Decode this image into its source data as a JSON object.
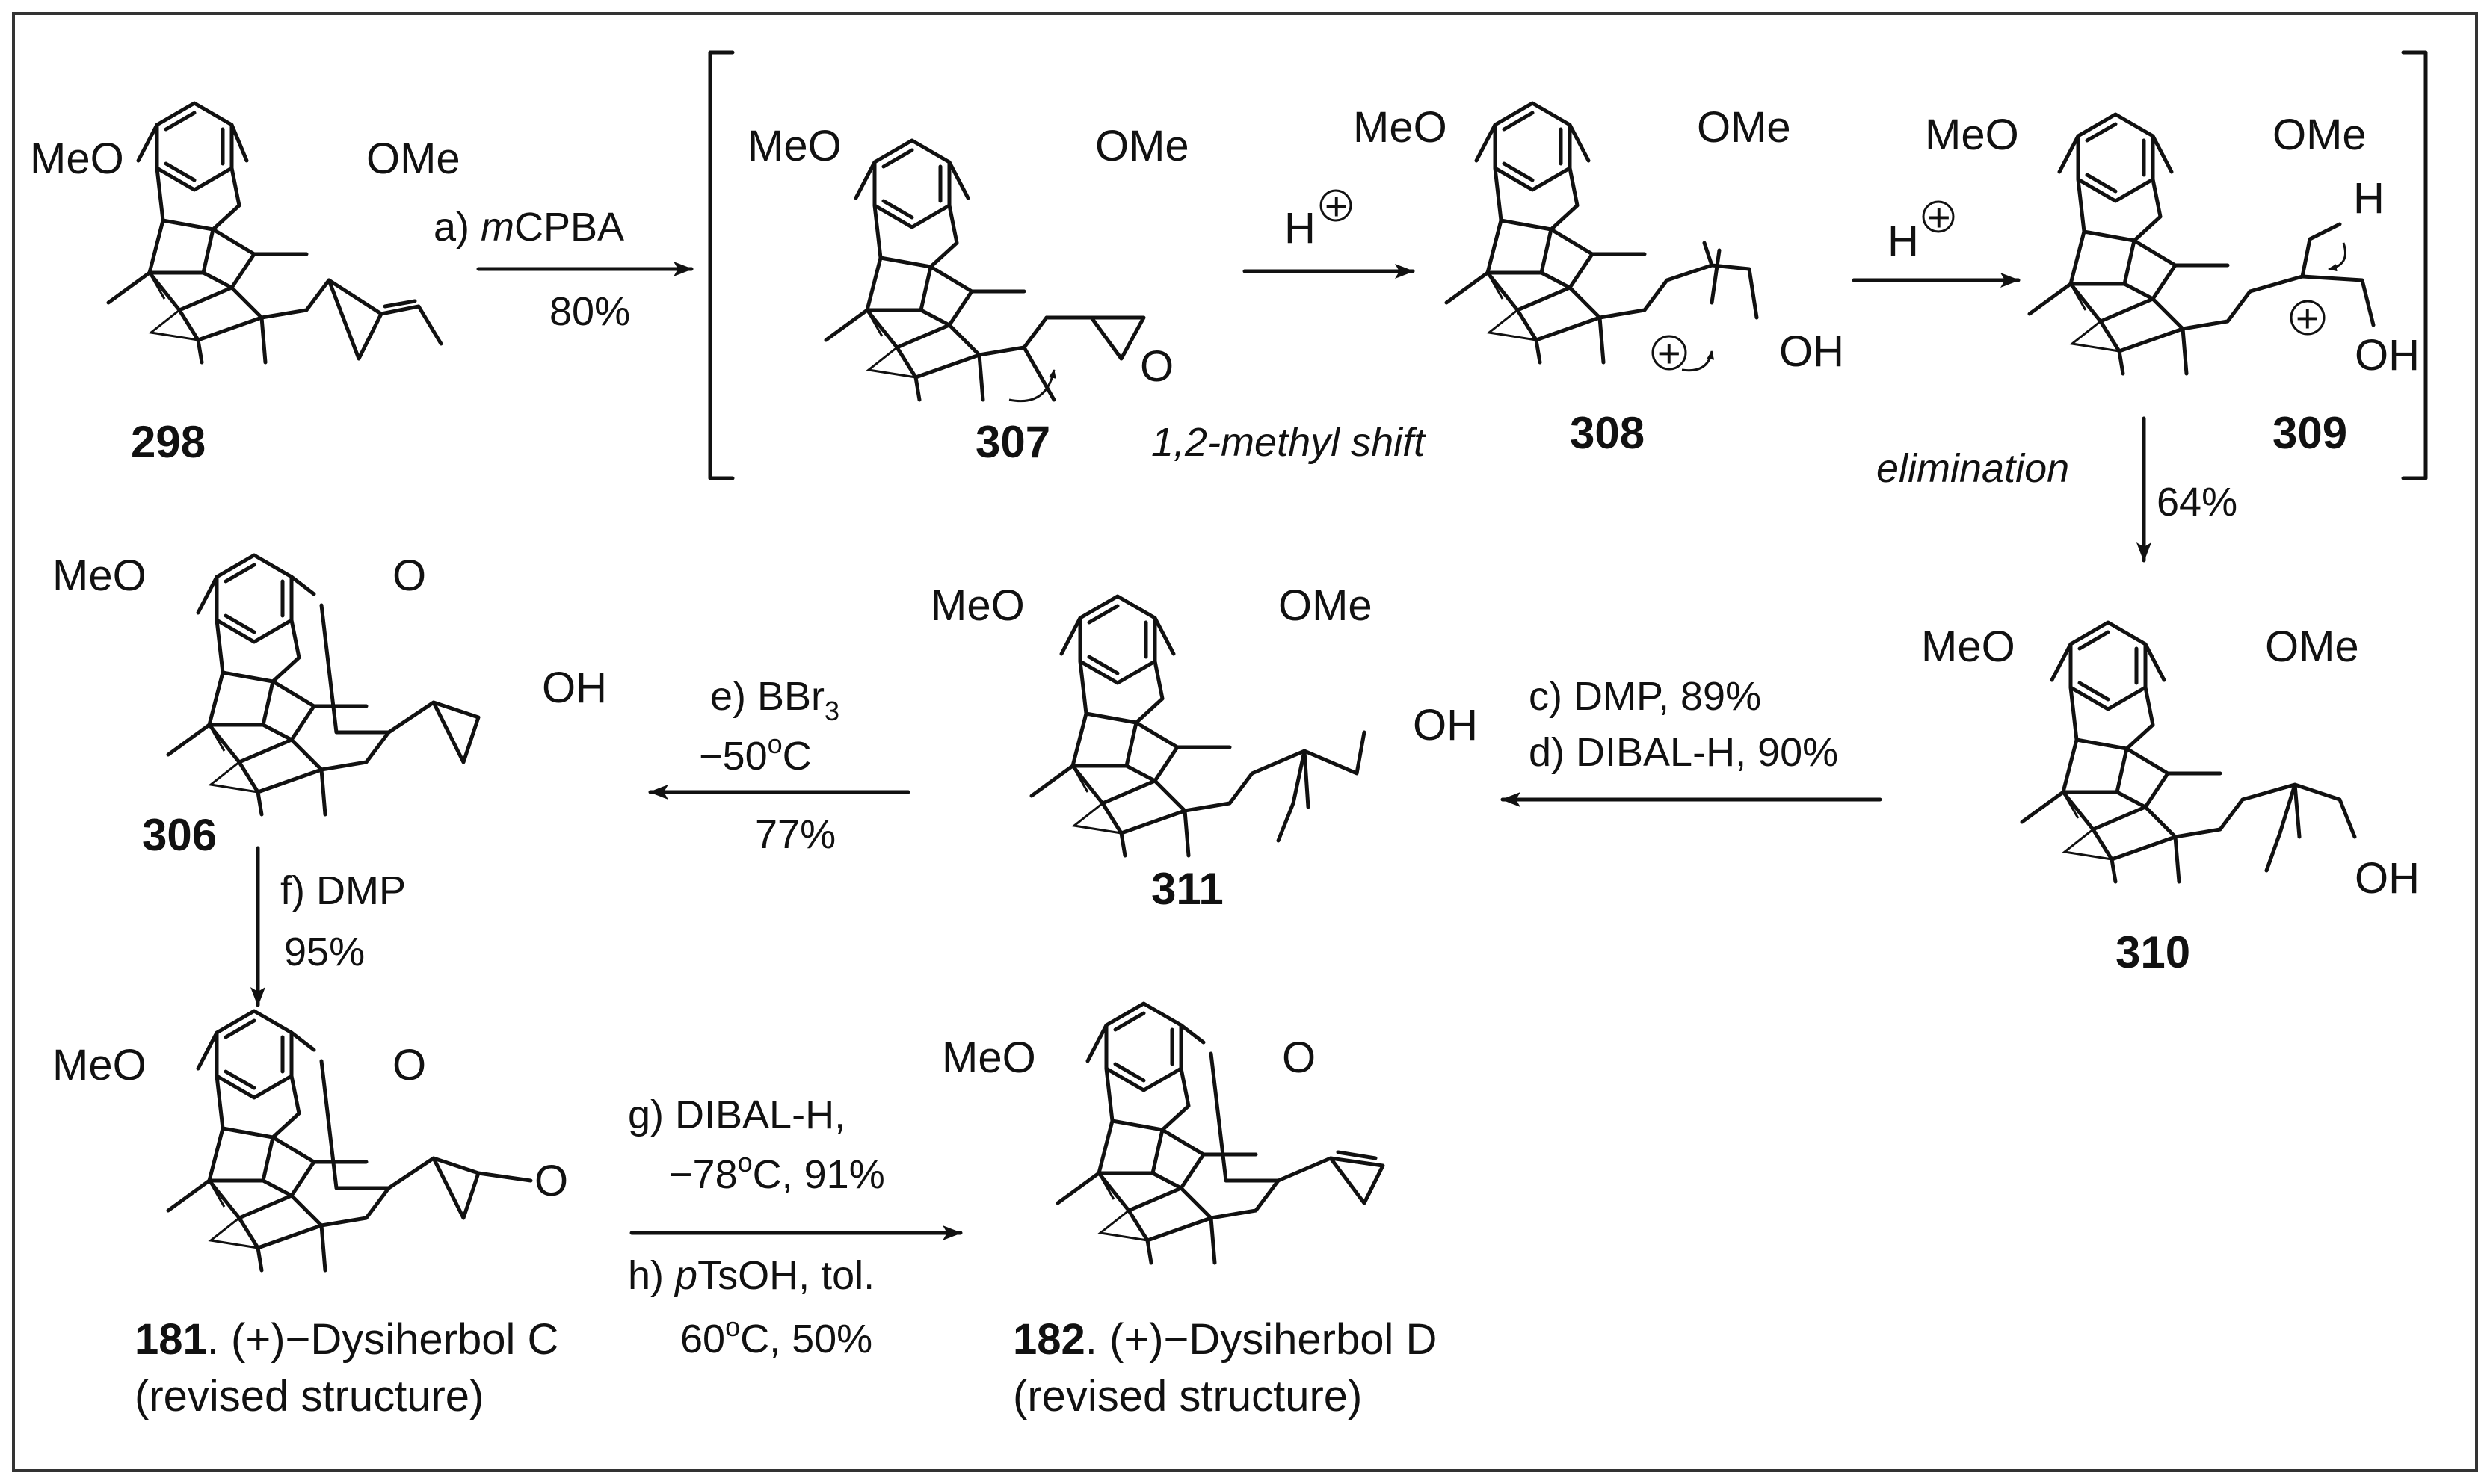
{
  "compounds": {
    "c298": {
      "label": "298",
      "sub1": "MeO",
      "sub2": "OMe"
    },
    "c307": {
      "label": "307",
      "sub1": "MeO",
      "sub2": "OMe",
      "ring_o": "O"
    },
    "c308": {
      "label": "308",
      "sub1": "MeO",
      "sub2": "OMe",
      "oh": "OH",
      "charge": "+"
    },
    "c309": {
      "label": "309",
      "sub1": "MeO",
      "sub2": "OMe",
      "oh": "OH",
      "h": "H",
      "charge": "+"
    },
    "c306": {
      "label": "306",
      "sub1": "MeO",
      "ring_o": "O",
      "oh": "OH"
    },
    "c311": {
      "label": "311",
      "sub1": "MeO",
      "sub2": "OMe",
      "oh": "OH"
    },
    "c310": {
      "label": "310",
      "sub1": "MeO",
      "sub2": "OMe",
      "oh": "OH"
    },
    "c181": {
      "label": "181",
      "name": ". (+)−Dysiherbol C",
      "note": "(revised structure)",
      "sub1": "MeO",
      "ring_o": "O",
      "ketone_o": "O"
    },
    "c182": {
      "label": "182",
      "name": ". (+)−Dysiherbol D",
      "note": "(revised structure)",
      "sub1": "MeO",
      "ring_o": "O"
    }
  },
  "steps": {
    "a": {
      "line1_pre": "a) ",
      "line1_it": "m",
      "line1_post": "CPBA",
      "line2": "80%"
    },
    "h1": {
      "h": "H",
      "charge": "+"
    },
    "h2": {
      "h": "H",
      "charge": "+"
    },
    "methyl_shift": "1,2-methyl shift",
    "elimination": "elimination",
    "yield_64": "64%",
    "cd": {
      "line1": "c) DMP, 89%",
      "line2": "d) DIBAL-H, 90%"
    },
    "e": {
      "line1_pre": "e) BBr",
      "line1_sub": "3",
      "line2_pre": "−50",
      "line2_sup": "o",
      "line2_post": "C",
      "line3": "77%"
    },
    "f": {
      "line1": "f) DMP",
      "line2": "95%"
    },
    "gh": {
      "line1": "g) DIBAL-H,",
      "line2_pre": "−78",
      "line2_sup": "o",
      "line2_post": "C, 91%",
      "line3_pre": "h) ",
      "line3_it": "p",
      "line3_post": "TsOH, tol.",
      "line4_pre": "60",
      "line4_sup": "o",
      "line4_post": "C, 50%"
    }
  }
}
